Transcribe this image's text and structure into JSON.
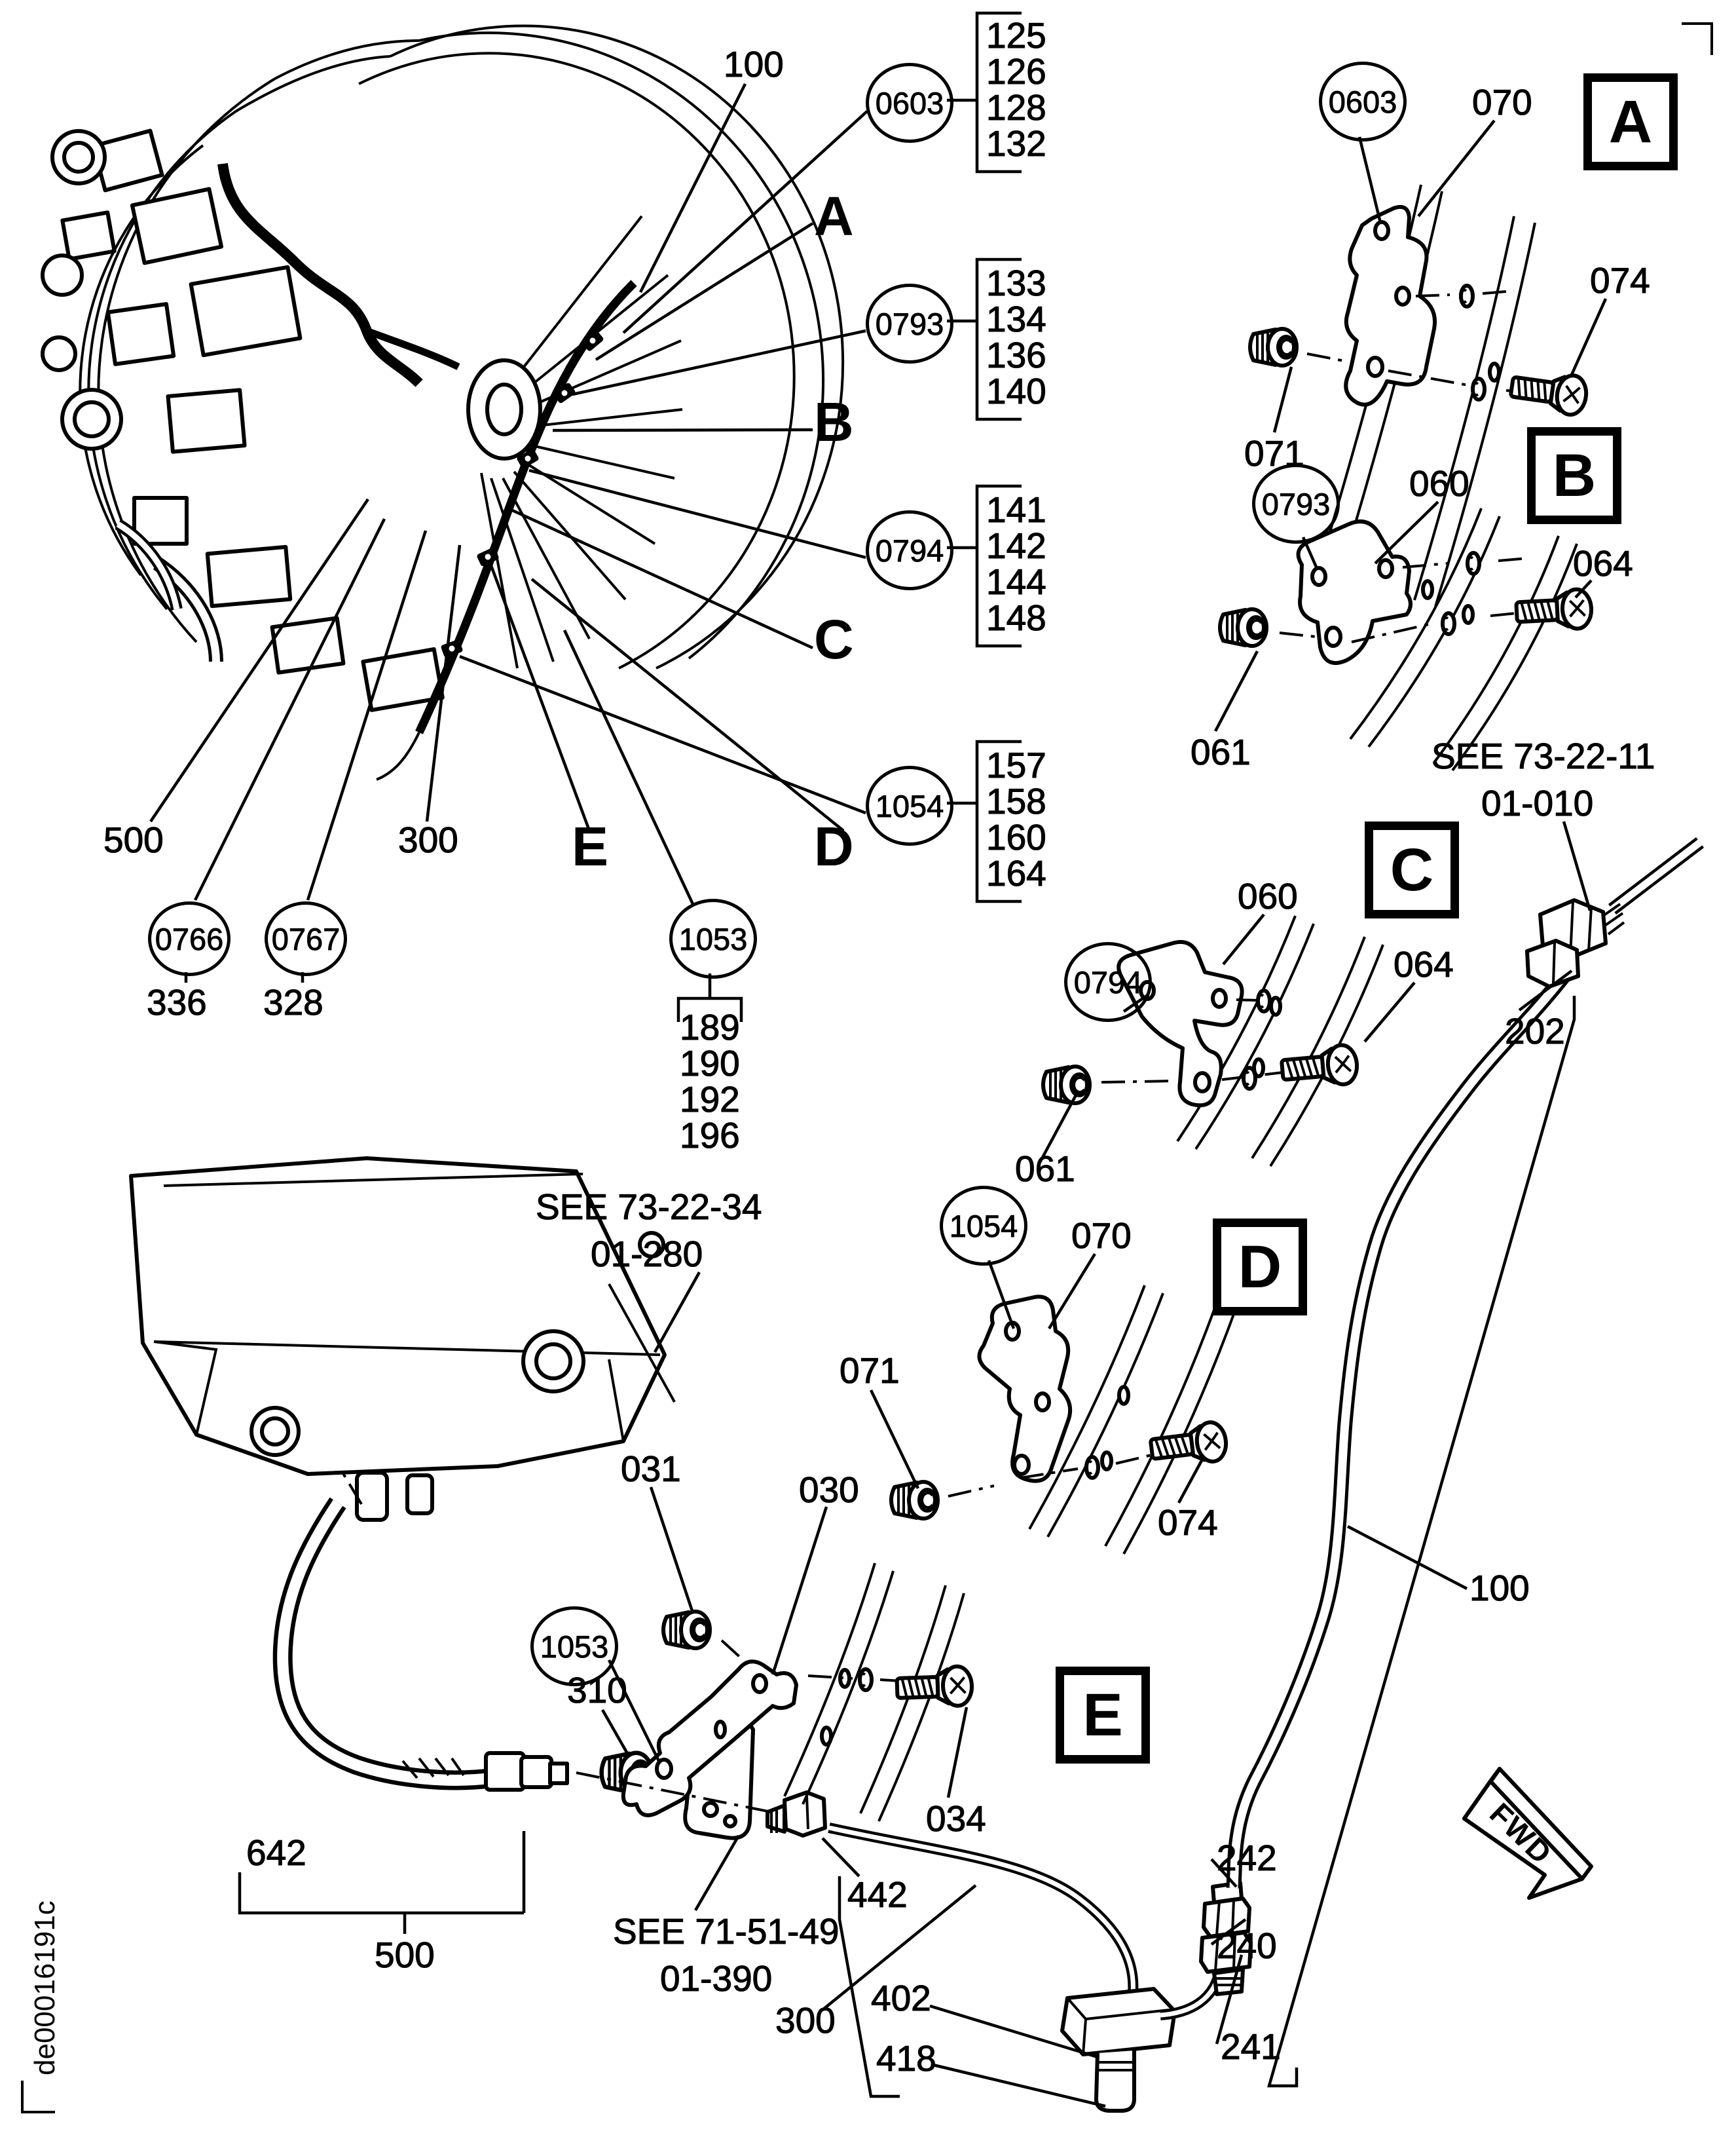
{
  "figure": {
    "id": "de00016191c"
  },
  "fwd": {
    "label": "FWD"
  },
  "callout_lists": [
    {
      "circle": "0603",
      "items": [
        "125",
        "126",
        "128",
        "132"
      ]
    },
    {
      "circle": "0793",
      "items": [
        "133",
        "134",
        "136",
        "140"
      ]
    },
    {
      "circle": "0794",
      "items": [
        "141",
        "142",
        "144",
        "148"
      ]
    },
    {
      "circle": "1054",
      "items": [
        "157",
        "158",
        "160",
        "164"
      ]
    }
  ],
  "main_view": {
    "tube": "100",
    "detail_letters": {
      "A": "A",
      "B": "B",
      "C": "C",
      "D": "D",
      "E": "E"
    },
    "left": {
      "hose": "500",
      "tube": "300",
      "c0766": "0766",
      "p336": "336",
      "c0767": "0767",
      "p328": "328",
      "c1053": "1053",
      "items": [
        "189",
        "190",
        "192",
        "196"
      ]
    }
  },
  "detail_a": {
    "letter": "A",
    "circle": "0603",
    "bracket": "070",
    "screw": "074",
    "nut": "071"
  },
  "detail_b": {
    "letter": "B",
    "circle": "0793",
    "bracket": "060",
    "screw": "064",
    "nut": "061"
  },
  "detail_c": {
    "letter": "C",
    "circle": "0794",
    "bracket": "060",
    "screw": "064",
    "nut": "061",
    "union": "202",
    "tube": "100",
    "see": {
      "l1": "SEE 73-22-11",
      "l2": "01-010"
    }
  },
  "detail_d": {
    "letter": "D",
    "circle": "1054",
    "bracket": "070",
    "screw": "074",
    "nut": "071"
  },
  "detail_e": {
    "letter": "E",
    "circle": "1053",
    "bracket": "030",
    "screw": "034",
    "nut": "031"
  },
  "bottom": {
    "gearbox_see": {
      "l1": "SEE 73-22-34",
      "l2": "01-280"
    },
    "plate_see": {
      "l1": "SEE 71-51-49",
      "l2": "01-390"
    },
    "hose_assy": "642",
    "hose": "500",
    "nut": "310",
    "fitting": "442",
    "tube": "300",
    "elbow": "402",
    "union": "418",
    "stack": {
      "tube_end": "242",
      "nut_a": "240",
      "nut_b": "241"
    },
    "long_tube": "100"
  }
}
